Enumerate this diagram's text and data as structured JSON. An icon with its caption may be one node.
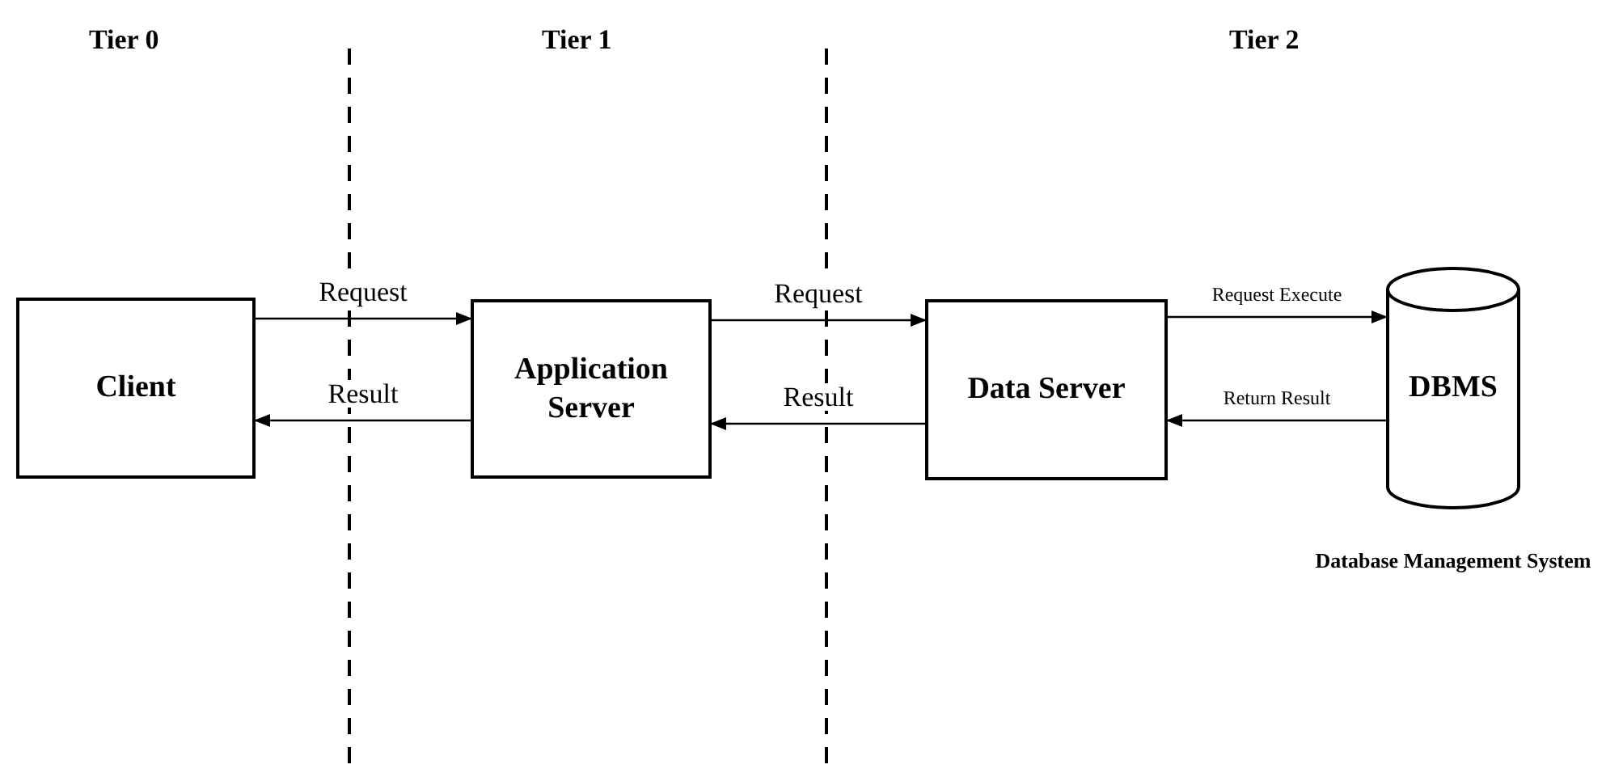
{
  "diagram": {
    "nodes": [
      {
        "text": [
          "Client"
        ]
      },
      {
        "text": [
          "Application Server"
        ]
      },
      {
        "text": [
          "Data Server"
        ]
      },
      {
        "text": [
          "DBMS"
        ],
        "beside": [
          "Database Management System"
        ]
      }
    ],
    "edges": [
      {
        "from": 0,
        "to": 1,
        "arrow": "to",
        "label": "Request"
      },
      {
        "from": 1,
        "to": 0,
        "arrow": "to",
        "label": "Result"
      },
      {
        "from": 1,
        "to": 2,
        "arrow": "to",
        "label": "Request"
      },
      {
        "from": 2,
        "to": 1,
        "arrow": "to",
        "label": "Result"
      },
      {
        "from": 2,
        "to": 3,
        "arrow": "to",
        "label": "Request Execute"
      },
      {
        "from": 3,
        "to": 2,
        "arrow": "to",
        "label": "Return Result"
      }
    ],
    "labels": [
      "Tier 0",
      "Tier 1",
      "Tier 2"
    ]
  }
}
